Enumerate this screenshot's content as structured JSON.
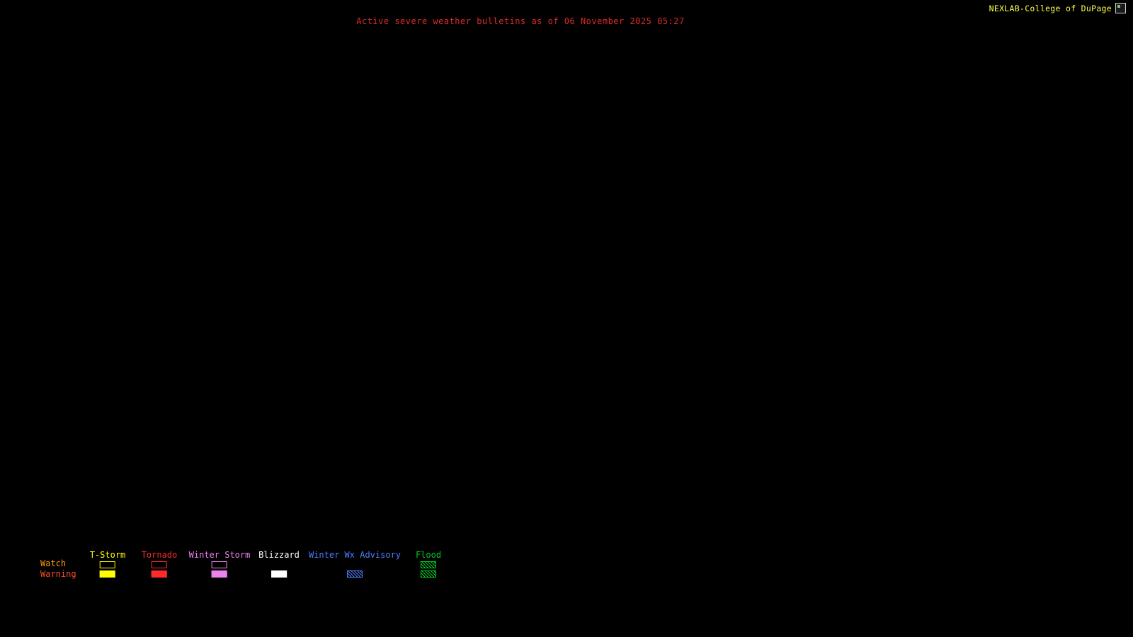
{
  "header": {
    "title": "Active severe weather bulletins as of 06 November 2025 05:27",
    "title_color": "#dd2a2a",
    "brand": "NEXLAB-College of DuPage",
    "brand_color": "#ffff4d"
  },
  "legend": {
    "watch_label": "Watch",
    "watch_color": "#ff9a00",
    "warning_label": "Warning",
    "warning_color": "#ff4d26",
    "columns": [
      {
        "label": "T-Storm",
        "color": "#ffff00",
        "watch_style": "outline",
        "warning_style": "fill"
      },
      {
        "label": "Tornado",
        "color": "#ff2a2a",
        "watch_style": "outline",
        "warning_style": "fill"
      },
      {
        "label": "Winter Storm",
        "color": "#ee82ee",
        "watch_style": "outline",
        "warning_style": "fill"
      },
      {
        "label": "Blizzard",
        "color": "#ffffff",
        "watch_style": "none",
        "warning_style": "fill"
      },
      {
        "label": "Winter Wx Advisory",
        "color": "#4f7dff",
        "watch_style": "none",
        "warning_style": "hatch"
      },
      {
        "label": "Flood",
        "color": "#00cc22",
        "watch_style": "hatch",
        "warning_style": "hatch"
      }
    ]
  },
  "map": {
    "background": "#000000"
  }
}
